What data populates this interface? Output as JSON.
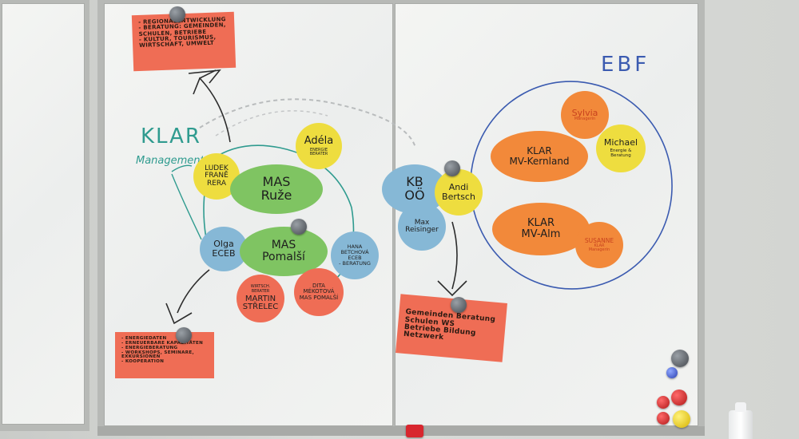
{
  "notes": {
    "regional": "- REGIONALENTWICKLUNG\n- BERATUNG: GEMEINDEN, SCHULEN, BETRIEBE\n- KULTUR, TOURISMUS, WIRTSCHAFT, UMWELT",
    "energie": "- ENERGIEDATEN\n- ERNEUERBARE KAPAZITÄTEN\n- ENERGIEBERATUNG\n- WORKSHOPS, SEMINARE, EXKURSIONEN\n- KOOPERATION",
    "gemeinden": "Gemeinden   Beratung\nSchulen       WS\nBetriebe    Bildung\n               Netzwerk",
    "ludek": "LUDEK\nFRANĚ\nRERA",
    "adela": "Adéla",
    "adela_sub": "ENERGIE\nBERATER",
    "mas_ruze": "MAS\nRuže",
    "olga": "Olga\nECEB",
    "mas_pomalsi": "MAS\nPomalší",
    "hana": "HANA\nBETCHOVÁ\nECEB\n- BERATUNG",
    "martin": "MARTIN\nSTŘELEC",
    "martin_sub": "WIRTSCH.\nBERATER",
    "dita": "DITA\nMÉKOTOVÁ\nMAS POMALŠÍ",
    "kboo": "KB\nOÖ",
    "andi": "Andi\nBertsch",
    "max": "Max\nReisinger",
    "sylvia": "Sylvia",
    "sylvia_sub": "Managerin",
    "klar_kernland": "KLAR\nMV-Kernland",
    "michael": "Michael",
    "michael_sub": "Energie &\nBeratung",
    "klar_alm": "KLAR\nMV-Alm",
    "susanne": "SUSANNE",
    "susanne_sub": "KLAR\nManagerin"
  },
  "handwriting": {
    "klar": "KLAR",
    "management": "Management",
    "ebf": "EBF"
  },
  "colors": {
    "red_note": "#ef6d55",
    "orange": "#f2893a",
    "yellow": "#eedd3f",
    "green": "#7fc462",
    "blue": "#86b8d6",
    "teal_marker": "#2f9b8f",
    "blue_marker": "#3b5bb0"
  }
}
